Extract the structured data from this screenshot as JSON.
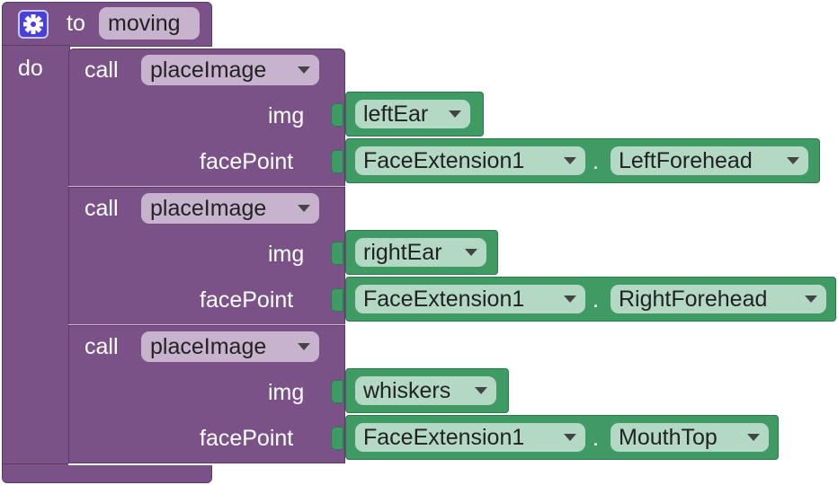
{
  "procedure": {
    "keyword_to": "to",
    "name": "moving",
    "keyword_do": "do"
  },
  "calls": [
    {
      "keyword": "call",
      "procedure": "placeImage",
      "args": [
        {
          "label": "img",
          "value": "leftEar"
        },
        {
          "label": "facePoint",
          "component": "FaceExtension1",
          "dot": ".",
          "property": "LeftForehead"
        }
      ]
    },
    {
      "keyword": "call",
      "procedure": "placeImage",
      "args": [
        {
          "label": "img",
          "value": "rightEar"
        },
        {
          "label": "facePoint",
          "component": "FaceExtension1",
          "dot": ".",
          "property": "RightForehead"
        }
      ]
    },
    {
      "keyword": "call",
      "procedure": "placeImage",
      "args": [
        {
          "label": "img",
          "value": "whiskers"
        },
        {
          "label": "facePoint",
          "component": "FaceExtension1",
          "dot": ".",
          "property": "MouthTop"
        }
      ]
    }
  ],
  "icons": {
    "gear": "gear-icon",
    "dropdown": "chevron-down-icon"
  },
  "colors": {
    "procedure": "#7a5288",
    "value_block": "#3f9a64",
    "gear": "#4a3fd9"
  }
}
